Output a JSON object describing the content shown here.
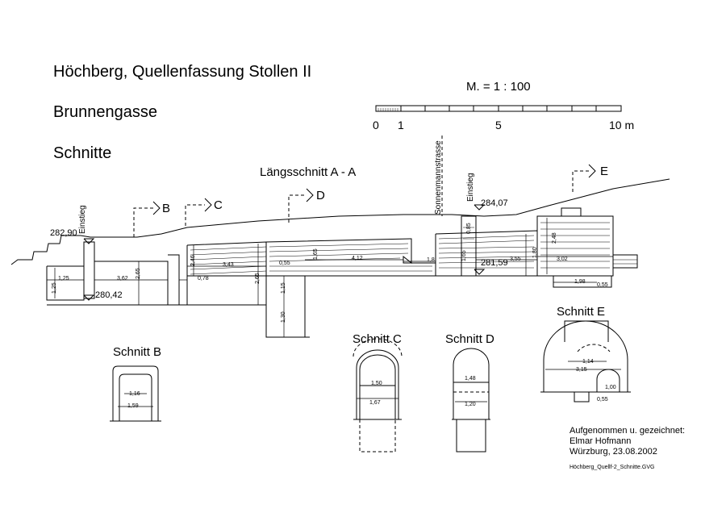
{
  "title": "Höchberg, Quellenfassung Stollen II",
  "street": "Brunnengasse",
  "sections_heading": "Schnitte",
  "scale": {
    "label": "M. = 1 : 100",
    "ticks": [
      "0",
      "1",
      "5",
      "10 m"
    ]
  },
  "longitudinal_label": "Längsschnitt  A - A",
  "section_markers": [
    "B",
    "C",
    "D",
    "E"
  ],
  "vertical_labels": {
    "street": "Sonnenmannstrasse",
    "entrance_left": "Einstieg",
    "entrance_right": "Einstieg"
  },
  "elevations": {
    "left_top": "282,90",
    "left_bottom": "280,42",
    "right_top": "284,07",
    "right_bottom": "281,59"
  },
  "dimensions": {
    "d1": "1,25",
    "d2": "3,62",
    "d3": "0,78",
    "d4": "3,43",
    "d5": "4,12",
    "d6": "1,8",
    "d7": "3,55",
    "d8": "3,02",
    "d9": "1,98",
    "d10": "0,55",
    "d11": "2,65",
    "d12": "2,46",
    "d13": "2,65",
    "d14": "1,65",
    "d15": "1,15",
    "d16": "1,30",
    "d17": "1,80",
    "d18": "2,48",
    "d19": "0,85",
    "d20": "1,65",
    "d21": "1,16",
    "d22": "1,25",
    "d23": "0,55"
  },
  "schnitt_b": {
    "title": "Schnitt  B",
    "w1": "1,16",
    "w2": "1,59"
  },
  "schnitt_c": {
    "title": "Schnitt  C",
    "w1": "1,50",
    "w2": "1,67"
  },
  "schnitt_d": {
    "title": "Schnitt  D",
    "w1": "1,48",
    "w2": "1,20"
  },
  "schnitt_e": {
    "title": "Schnitt  E",
    "w1": "1,14",
    "w2": "3,15",
    "w3": "1,00",
    "w4": "0,55"
  },
  "credit": [
    "Aufgenommen u. gezeichnet:",
    "Elmar Hofmann",
    "Würzburg, 23.08.2002"
  ],
  "filename": "Höchberg_Quellf-2_Schnitte.GVG"
}
